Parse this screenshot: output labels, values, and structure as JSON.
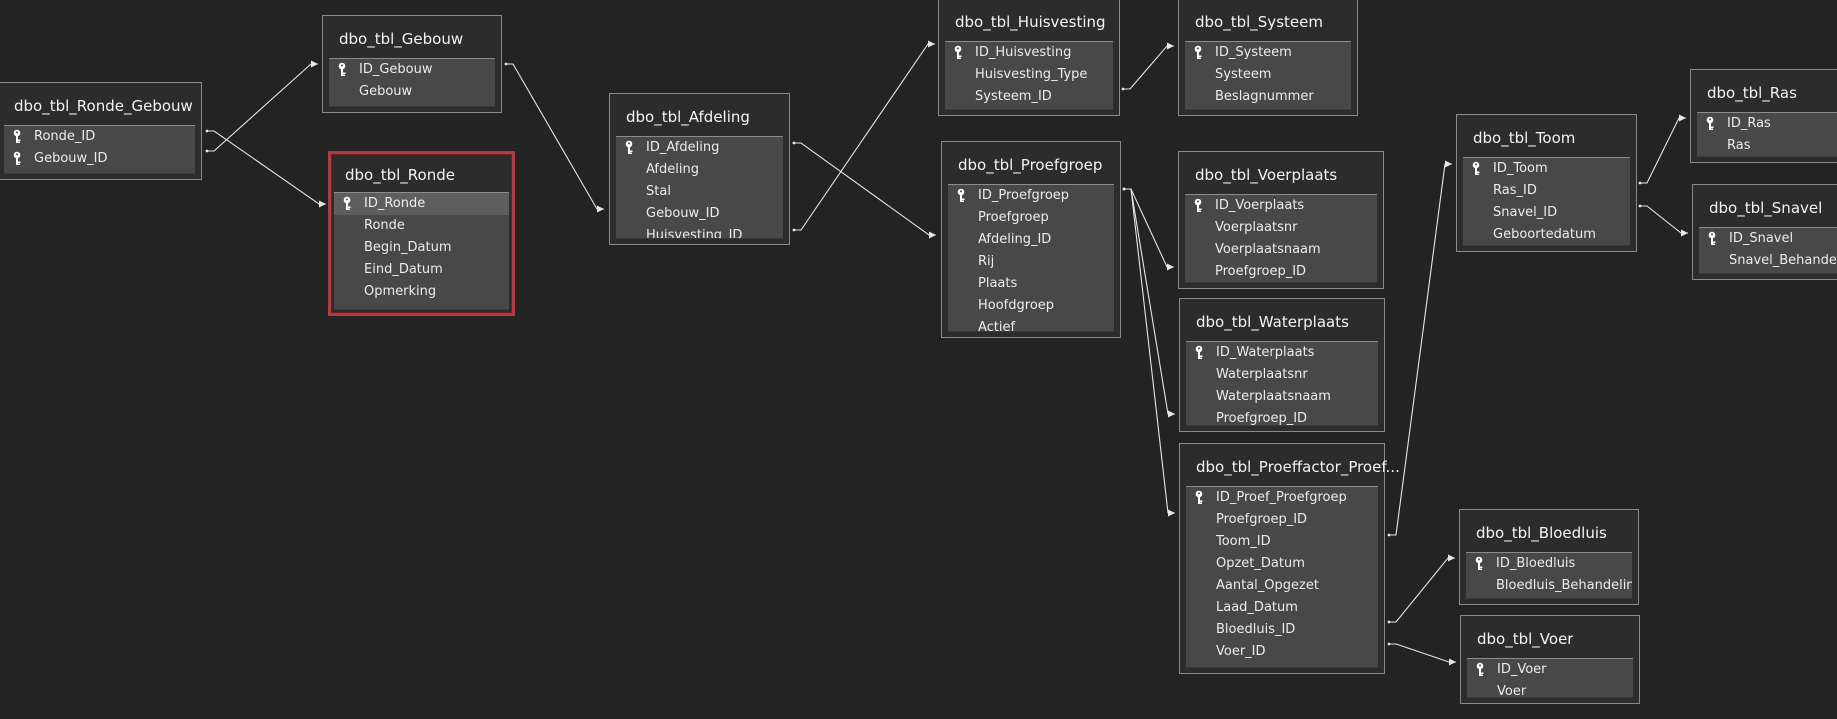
{
  "diagram": {
    "tables": [
      {
        "id": "ronde_gebouw",
        "title": "dbo_tbl_Ronde_Gebouw",
        "fields": [
          {
            "name": "Ronde_ID",
            "key": true
          },
          {
            "name": "Gebouw_ID",
            "key": true
          }
        ]
      },
      {
        "id": "gebouw",
        "title": "dbo_tbl_Gebouw",
        "fields": [
          {
            "name": "ID_Gebouw",
            "key": true
          },
          {
            "name": "Gebouw",
            "key": false
          }
        ]
      },
      {
        "id": "ronde",
        "title": "dbo_tbl_Ronde",
        "selected": true,
        "fields": [
          {
            "name": "ID_Ronde",
            "key": true,
            "active": true
          },
          {
            "name": "Ronde",
            "key": false
          },
          {
            "name": "Begin_Datum",
            "key": false
          },
          {
            "name": "Eind_Datum",
            "key": false
          },
          {
            "name": "Opmerking",
            "key": false
          }
        ]
      },
      {
        "id": "afdeling",
        "title": "dbo_tbl_Afdeling",
        "fields": [
          {
            "name": "ID_Afdeling",
            "key": true
          },
          {
            "name": "Afdeling",
            "key": false
          },
          {
            "name": "Stal",
            "key": false
          },
          {
            "name": "Gebouw_ID",
            "key": false
          },
          {
            "name": "Huisvesting_ID",
            "key": false
          }
        ]
      },
      {
        "id": "huisvesting",
        "title": "dbo_tbl_Huisvesting",
        "fields": [
          {
            "name": "ID_Huisvesting",
            "key": true
          },
          {
            "name": "Huisvesting_Type",
            "key": false
          },
          {
            "name": "Systeem_ID",
            "key": false
          }
        ]
      },
      {
        "id": "systeem",
        "title": "dbo_tbl_Systeem",
        "fields": [
          {
            "name": "ID_Systeem",
            "key": true
          },
          {
            "name": "Systeem",
            "key": false
          },
          {
            "name": "Beslagnummer",
            "key": false
          }
        ]
      },
      {
        "id": "proefgroep",
        "title": "dbo_tbl_Proefgroep",
        "fields": [
          {
            "name": "ID_Proefgroep",
            "key": true
          },
          {
            "name": "Proefgroep",
            "key": false
          },
          {
            "name": "Afdeling_ID",
            "key": false
          },
          {
            "name": "Rij",
            "key": false
          },
          {
            "name": "Plaats",
            "key": false
          },
          {
            "name": "Hoofdgroep",
            "key": false
          },
          {
            "name": "Actief",
            "key": false
          }
        ]
      },
      {
        "id": "voerplaats",
        "title": "dbo_tbl_Voerplaats",
        "fields": [
          {
            "name": "ID_Voerplaats",
            "key": true
          },
          {
            "name": "Voerplaatsnr",
            "key": false
          },
          {
            "name": "Voerplaatsnaam",
            "key": false
          },
          {
            "name": "Proefgroep_ID",
            "key": false
          }
        ]
      },
      {
        "id": "waterplaats",
        "title": "dbo_tbl_Waterplaats",
        "fields": [
          {
            "name": "ID_Waterplaats",
            "key": true
          },
          {
            "name": "Waterplaatsnr",
            "key": false
          },
          {
            "name": "Waterplaatsnaam",
            "key": false
          },
          {
            "name": "Proefgroep_ID",
            "key": false
          }
        ]
      },
      {
        "id": "proeffactor",
        "title": "dbo_tbl_Proeffactor_Proef...",
        "fields": [
          {
            "name": "ID_Proef_Proefgroep",
            "key": true
          },
          {
            "name": "Proefgroep_ID",
            "key": false
          },
          {
            "name": "Toom_ID",
            "key": false
          },
          {
            "name": "Opzet_Datum",
            "key": false
          },
          {
            "name": "Aantal_Opgezet",
            "key": false
          },
          {
            "name": "Laad_Datum",
            "key": false
          },
          {
            "name": "Bloedluis_ID",
            "key": false
          },
          {
            "name": "Voer_ID",
            "key": false
          }
        ]
      },
      {
        "id": "toom",
        "title": "dbo_tbl_Toom",
        "fields": [
          {
            "name": "ID_Toom",
            "key": true
          },
          {
            "name": "Ras_ID",
            "key": false
          },
          {
            "name": "Snavel_ID",
            "key": false
          },
          {
            "name": "Geboortedatum",
            "key": false
          }
        ]
      },
      {
        "id": "ras",
        "title": "dbo_tbl_Ras",
        "fields": [
          {
            "name": "ID_Ras",
            "key": true
          },
          {
            "name": "Ras",
            "key": false
          }
        ]
      },
      {
        "id": "snavel",
        "title": "dbo_tbl_Snavel",
        "fields": [
          {
            "name": "ID_Snavel",
            "key": true
          },
          {
            "name": "Snavel_Behandeling",
            "key": false
          }
        ]
      },
      {
        "id": "bloedluis",
        "title": "dbo_tbl_Bloedluis",
        "fields": [
          {
            "name": "ID_Bloedluis",
            "key": true
          },
          {
            "name": "Bloedluis_Behandeling",
            "key": false
          }
        ]
      },
      {
        "id": "voer",
        "title": "dbo_tbl_Voer",
        "fields": [
          {
            "name": "ID_Voer",
            "key": true
          },
          {
            "name": "Voer",
            "key": false
          }
        ]
      }
    ],
    "relationships": [
      {
        "from": "ronde_gebouw",
        "from_field": "Ronde_ID",
        "to": "ronde",
        "to_field": "ID_Ronde"
      },
      {
        "from": "ronde_gebouw",
        "from_field": "Gebouw_ID",
        "to": "gebouw",
        "to_field": "ID_Gebouw"
      },
      {
        "from": "gebouw",
        "from_field": "ID_Gebouw",
        "to": "afdeling",
        "to_field": "Gebouw_ID"
      },
      {
        "from": "afdeling",
        "from_field": "Huisvesting_ID",
        "to": "huisvesting",
        "to_field": "ID_Huisvesting"
      },
      {
        "from": "afdeling",
        "from_field": "ID_Afdeling",
        "to": "proefgroep",
        "to_field": "Afdeling_ID"
      },
      {
        "from": "huisvesting",
        "from_field": "Systeem_ID",
        "to": "systeem",
        "to_field": "ID_Systeem"
      },
      {
        "from": "proefgroep",
        "from_field": "ID_Proefgroep",
        "to": "voerplaats",
        "to_field": "Proefgroep_ID"
      },
      {
        "from": "proefgroep",
        "from_field": "ID_Proefgroep",
        "to": "waterplaats",
        "to_field": "Proefgroep_ID"
      },
      {
        "from": "proefgroep",
        "from_field": "ID_Proefgroep",
        "to": "proeffactor",
        "to_field": "Proefgroep_ID"
      },
      {
        "from": "proeffactor",
        "from_field": "Toom_ID",
        "to": "toom",
        "to_field": "ID_Toom"
      },
      {
        "from": "proeffactor",
        "from_field": "Bloedluis_ID",
        "to": "bloedluis",
        "to_field": "ID_Bloedluis"
      },
      {
        "from": "proeffactor",
        "from_field": "Voer_ID",
        "to": "voer",
        "to_field": "ID_Voer"
      },
      {
        "from": "toom",
        "from_field": "Ras_ID",
        "to": "ras",
        "to_field": "ID_Ras"
      },
      {
        "from": "toom",
        "from_field": "Snavel_ID",
        "to": "snavel",
        "to_field": "ID_Snavel"
      }
    ]
  },
  "colors": {
    "background": "#232323",
    "card_background": "#2c2c2c",
    "card_border": "#8a8a8a",
    "field_list": "#484848",
    "selected_border": "#b23a43",
    "line": "#e6e6e6",
    "text": "#f3f3f3"
  }
}
